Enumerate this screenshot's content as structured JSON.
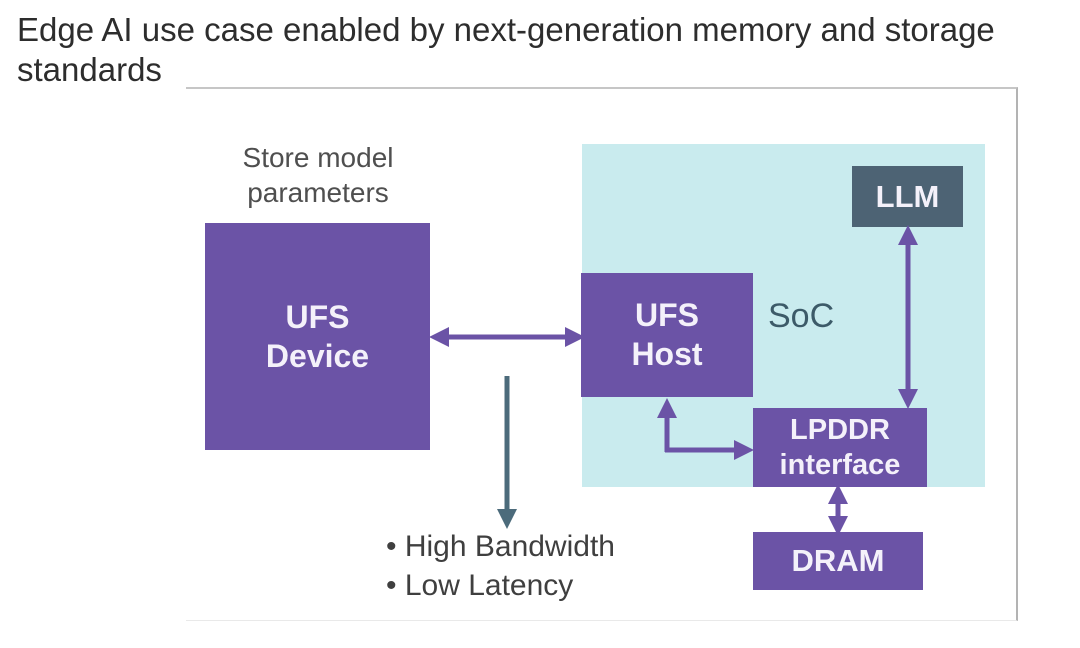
{
  "title": "Edge AI use case enabled by next-generation memory and storage standards",
  "annotations": {
    "store_label": "Store model\nparameters",
    "bullets": [
      "• High Bandwidth",
      "• Low Latency"
    ]
  },
  "blocks": {
    "ufs_device": "UFS\nDevice",
    "ufs_host": "UFS\nHost",
    "soc": "SoC",
    "llm": "LLM",
    "lpddr": "LPDDR\ninterface",
    "dram": "DRAM"
  },
  "connections": [
    {
      "from": "UFS Device",
      "to": "UFS Host",
      "style": "double-headed-arrow"
    },
    {
      "from": "UFS Device / UFS Host link",
      "to": "High Bandwidth, Low Latency notes",
      "style": "single-headed-arrow-down"
    },
    {
      "from": "UFS Host",
      "to": "LPDDR interface",
      "style": "elbow-arrow-both-ends"
    },
    {
      "from": "LLM",
      "to": "LPDDR interface",
      "style": "double-headed-arrow"
    },
    {
      "from": "LPDDR interface",
      "to": "DRAM",
      "style": "double-headed-arrow"
    }
  ],
  "colors": {
    "block_purple": "#6B53A6",
    "soc_fill": "#C9EBEE",
    "llm_fill": "#4D6374",
    "note_arrow_slate": "#4C6B7B",
    "frame_border": "#C2C2C2",
    "title_text": "#2D2D2D",
    "label_text": "#4F4F4F",
    "soc_text": "#3C5A68",
    "block_text": "#FFFFFF"
  }
}
